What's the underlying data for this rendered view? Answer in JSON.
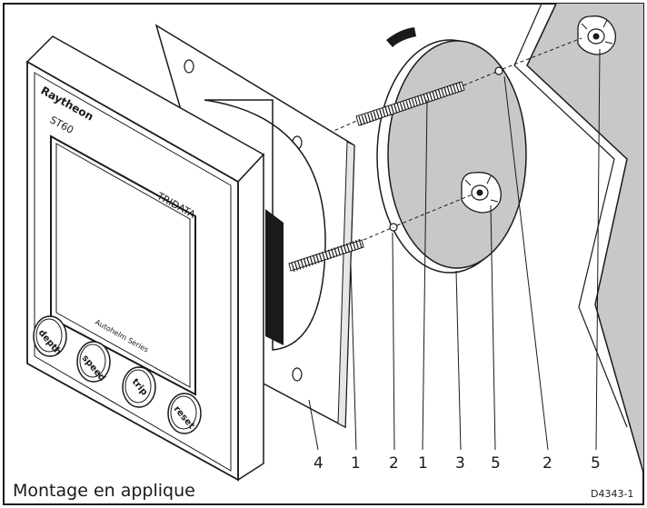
{
  "caption": "Montage en applique",
  "reference": "D4343-1",
  "device": {
    "brand": "Raytheon",
    "model": "ST60",
    "display_title": "TRIDATA",
    "series": "Autohelm Series",
    "buttons": [
      "depth",
      "speed",
      "trip",
      "reset"
    ]
  },
  "callouts": [
    "4",
    "1",
    "2",
    "1",
    "3",
    "5",
    "2",
    "5"
  ],
  "colors": {
    "line": "#1a1a1a",
    "panel_grey": "#c8c8c8",
    "background": "#ffffff"
  }
}
